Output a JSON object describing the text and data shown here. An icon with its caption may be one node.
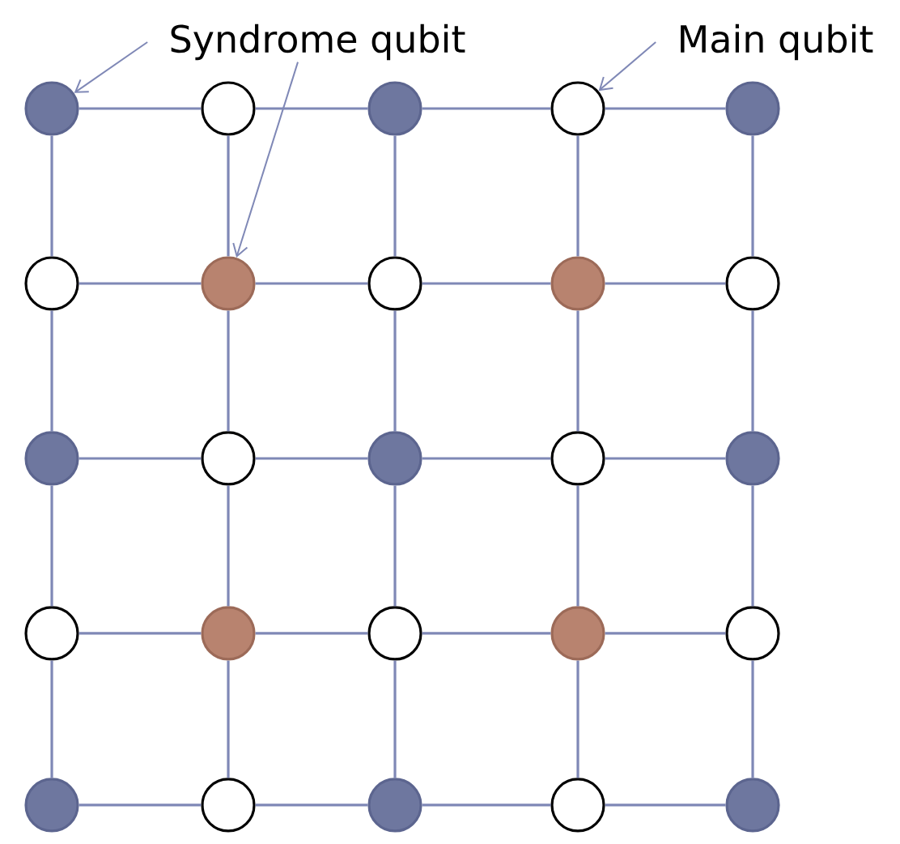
{
  "diagram": {
    "nodes": [
      {
        "text": [
          "Syndrome qubit"
        ]
      },
      {
        "text": [
          "Main qubit"
        ]
      },
      {
        "text": [],
        "shape": "circle"
      },
      {
        "text": [],
        "shape": "circle"
      },
      {
        "text": [],
        "shape": "circle"
      },
      {
        "text": [],
        "shape": "circle"
      },
      {
        "text": [],
        "shape": "circle"
      },
      {
        "text": [],
        "shape": "circle"
      },
      {
        "text": [],
        "shape": "circle"
      },
      {
        "text": [],
        "shape": "circle"
      },
      {
        "text": [],
        "shape": "circle"
      },
      {
        "text": [],
        "shape": "circle"
      },
      {
        "text": [],
        "shape": "circle"
      },
      {
        "text": [],
        "shape": "circle"
      },
      {
        "text": [],
        "shape": "circle"
      },
      {
        "text": [],
        "shape": "circle"
      },
      {
        "text": [],
        "shape": "circle"
      },
      {
        "text": [],
        "shape": "circle"
      },
      {
        "text": [],
        "shape": "circle"
      },
      {
        "text": [],
        "shape": "circle"
      },
      {
        "text": [],
        "shape": "circle"
      },
      {
        "text": [],
        "shape": "circle"
      },
      {
        "text": [],
        "shape": "circle"
      },
      {
        "text": [],
        "shape": "circle"
      },
      {
        "text": [],
        "shape": "circle"
      },
      {
        "text": [],
        "shape": "circle"
      },
      {
        "text": [],
        "shape": "circle"
      }
    ],
    "edges": [
      {
        "from": 0,
        "to": 2,
        "arrow": "to"
      },
      {
        "from": 0,
        "to": 8,
        "arrow": "to"
      },
      {
        "from": 1,
        "to": 5,
        "arrow": "to"
      },
      {
        "from": 2,
        "to": 3,
        "arrow": "none"
      },
      {
        "from": 3,
        "to": 4,
        "arrow": "none"
      },
      {
        "from": 4,
        "to": 5,
        "arrow": "none"
      },
      {
        "from": 5,
        "to": 6,
        "arrow": "none"
      },
      {
        "from": 7,
        "to": 8,
        "arrow": "none"
      },
      {
        "from": 8,
        "to": 9,
        "arrow": "none"
      },
      {
        "from": 9,
        "to": 10,
        "arrow": "none"
      },
      {
        "from": 10,
        "to": 11,
        "arrow": "none"
      },
      {
        "from": 12,
        "to": 13,
        "arrow": "none"
      },
      {
        "from": 13,
        "to": 14,
        "arrow": "none"
      },
      {
        "from": 14,
        "to": 15,
        "arrow": "none"
      },
      {
        "from": 15,
        "to": 16,
        "arrow": "none"
      },
      {
        "from": 17,
        "to": 18,
        "arrow": "none"
      },
      {
        "from": 18,
        "to": 19,
        "arrow": "none"
      },
      {
        "from": 19,
        "to": 20,
        "arrow": "none"
      },
      {
        "from": 20,
        "to": 21,
        "arrow": "none"
      },
      {
        "from": 22,
        "to": 23,
        "arrow": "none"
      },
      {
        "from": 23,
        "to": 24,
        "arrow": "none"
      },
      {
        "from": 24,
        "to": 25,
        "arrow": "none"
      },
      {
        "from": 25,
        "to": 26,
        "arrow": "none"
      },
      {
        "from": 2,
        "to": 7,
        "arrow": "none"
      },
      {
        "from": 7,
        "to": 12,
        "arrow": "none"
      },
      {
        "from": 12,
        "to": 17,
        "arrow": "none"
      },
      {
        "from": 17,
        "to": 22,
        "arrow": "none"
      },
      {
        "from": 3,
        "to": 8,
        "arrow": "none"
      },
      {
        "from": 8,
        "to": 13,
        "arrow": "none"
      },
      {
        "from": 13,
        "to": 18,
        "arrow": "none"
      },
      {
        "from": 18,
        "to": 23,
        "arrow": "none"
      },
      {
        "from": 4,
        "to": 9,
        "arrow": "none"
      },
      {
        "from": 9,
        "to": 14,
        "arrow": "none"
      },
      {
        "from": 14,
        "to": 19,
        "arrow": "none"
      },
      {
        "from": 19,
        "to": 24,
        "arrow": "none"
      },
      {
        "from": 5,
        "to": 10,
        "arrow": "none"
      },
      {
        "from": 10,
        "to": 15,
        "arrow": "none"
      },
      {
        "from": 15,
        "to": 20,
        "arrow": "none"
      },
      {
        "from": 20,
        "to": 25,
        "arrow": "none"
      },
      {
        "from": 6,
        "to": 11,
        "arrow": "none"
      },
      {
        "from": 11,
        "to": 16,
        "arrow": "none"
      },
      {
        "from": 16,
        "to": 21,
        "arrow": "none"
      },
      {
        "from": 21,
        "to": 26,
        "arrow": "none"
      }
    ]
  }
}
